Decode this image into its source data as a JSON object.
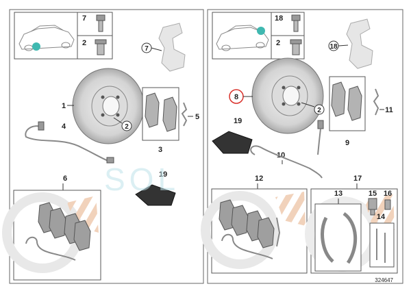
{
  "diagram_id": "324647",
  "watermark": "SOL",
  "left_panel": {
    "items": {
      "disc": "1",
      "bolt_qty_left": "2",
      "sensor": "4",
      "pads": "3",
      "clip": "5",
      "pad_kit": "6",
      "bracket": "7",
      "bolt": "7",
      "screw": "2",
      "paste": "19"
    }
  },
  "right_panel": {
    "items": {
      "bolt": "18",
      "screw": "2",
      "bracket": "18",
      "disc": "8",
      "bolt_qty_right": "2",
      "clip": "11",
      "pads": "9",
      "paste": "19",
      "sensor": "10",
      "pad_kit": "12",
      "parking_kit": "17",
      "shoes": "13",
      "adjuster": "15",
      "spring_a": "16",
      "springs_box": "14"
    }
  },
  "colors": {
    "car_dot": "#3fb8b0",
    "highlight_circle": "#d9312b",
    "disc_face": "#e0e0e0",
    "part_gray": "#a9a9a9",
    "kit_stripe": "#e9bfa1"
  }
}
